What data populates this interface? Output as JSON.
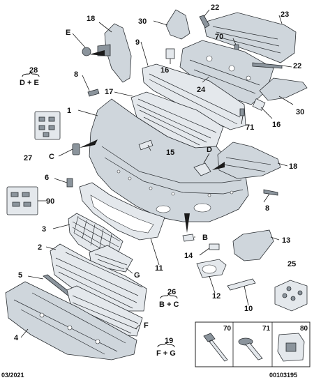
{
  "callouts": {
    "n1": "1",
    "n2": "2",
    "n3": "3",
    "n4": "4",
    "n5": "5",
    "n6": "6",
    "n8a": "8",
    "n8b": "8",
    "n9": "9",
    "n10": "10",
    "n11": "11",
    "n12": "12",
    "n13": "13",
    "n14": "14",
    "n15": "15",
    "n16a": "16",
    "n16b": "16",
    "n17": "17",
    "n18a": "18",
    "n18b": "18",
    "n22a": "22",
    "n22b": "22",
    "n23": "23",
    "n24": "24",
    "n25": "25",
    "n27": "27",
    "n30a": "30",
    "n30b": "30",
    "n70": "70",
    "n71": "71",
    "n90": "90",
    "lB": "B",
    "lC": "C",
    "lD": "D",
    "lE": "E",
    "lF": "F",
    "lG": "G"
  },
  "groups": {
    "g28_num": "28",
    "g28_text": "D + E",
    "g26_num": "26",
    "g26_text": "B + C",
    "g19_num": "19",
    "g19_text": "F + G"
  },
  "legend": {
    "col70": "70",
    "col71": "71",
    "col80": "80"
  },
  "footer": {
    "date": "03/2021",
    "code": "00103195"
  }
}
